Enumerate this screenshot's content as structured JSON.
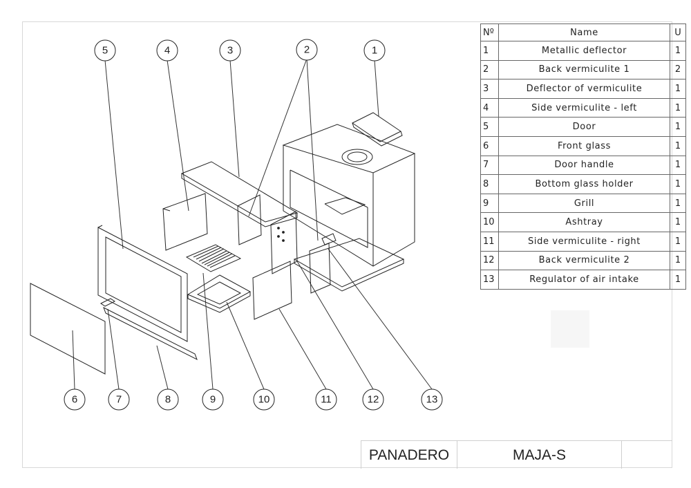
{
  "bubbles_top": [
    "5",
    "4",
    "3",
    "2",
    "1"
  ],
  "bubbles_bottom": [
    "6",
    "7",
    "8",
    "9",
    "10",
    "11",
    "12",
    "13"
  ],
  "table": {
    "headers": [
      "Nº",
      "Name",
      "U"
    ],
    "rows": [
      {
        "no": "1",
        "name": "Metallic deflector",
        "u": "1"
      },
      {
        "no": "2",
        "name": "Back vermiculite 1",
        "u": "2"
      },
      {
        "no": "3",
        "name": "Deflector of vermiculite",
        "u": "1"
      },
      {
        "no": "4",
        "name": "Side vermiculite - left",
        "u": "1"
      },
      {
        "no": "5",
        "name": "Door",
        "u": "1"
      },
      {
        "no": "6",
        "name": "Front glass",
        "u": "1"
      },
      {
        "no": "7",
        "name": "Door handle",
        "u": "1"
      },
      {
        "no": "8",
        "name": "Bottom glass holder",
        "u": "1"
      },
      {
        "no": "9",
        "name": "Grill",
        "u": "1"
      },
      {
        "no": "10",
        "name": "Ashtray",
        "u": "1"
      },
      {
        "no": "11",
        "name": "Side vermiculite - right",
        "u": "1"
      },
      {
        "no": "12",
        "name": "Back vermiculite 2",
        "u": "1"
      },
      {
        "no": "13",
        "name": "Regulator of air intake",
        "u": "1"
      }
    ]
  },
  "title_block": {
    "brand": "PANADERO",
    "model": "MAJA-S"
  }
}
